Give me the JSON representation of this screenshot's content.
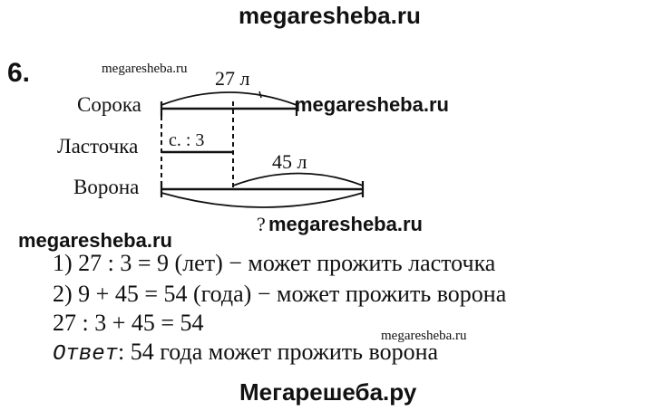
{
  "watermarks": {
    "top": "megaresheba.ru",
    "small_1": "megaresheba.ru",
    "w2": "megaresheba.ru",
    "w3": "megaresheba.ru",
    "w4": "megaresheba.ru",
    "small_2": "megaresheba.ru",
    "bottom": "Мегарешеба.ру"
  },
  "task": {
    "number": "6.",
    "diagram": {
      "rows": [
        "Сорока",
        "Ласточка",
        "Ворона"
      ],
      "label_top": "27 л",
      "label_middle": "с. : 3",
      "label_right": "45 л",
      "question": "?"
    },
    "solution": {
      "line1": "1) 27 : 3 = 9 (лет) − может прожить ласточка",
      "line2": "2) 9 + 45 = 54 (года) − может прожить ворона",
      "line3": "27 : 3 + 45 = 54",
      "answer_label": "Ответ",
      "answer_text": ": 54 года может прожить ворона"
    }
  }
}
